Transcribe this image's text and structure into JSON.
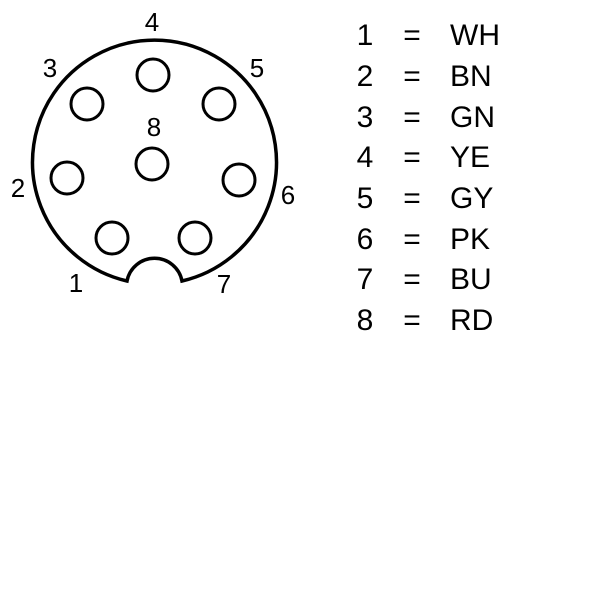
{
  "connector": {
    "pins": [
      {
        "number": "1",
        "color": "WH"
      },
      {
        "number": "2",
        "color": "BN"
      },
      {
        "number": "3",
        "color": "GN"
      },
      {
        "number": "4",
        "color": "YE"
      },
      {
        "number": "5",
        "color": "GY"
      },
      {
        "number": "6",
        "color": "PK"
      },
      {
        "number": "7",
        "color": "BU"
      },
      {
        "number": "8",
        "color": "RD"
      }
    ]
  },
  "legend": {
    "separator": "="
  }
}
